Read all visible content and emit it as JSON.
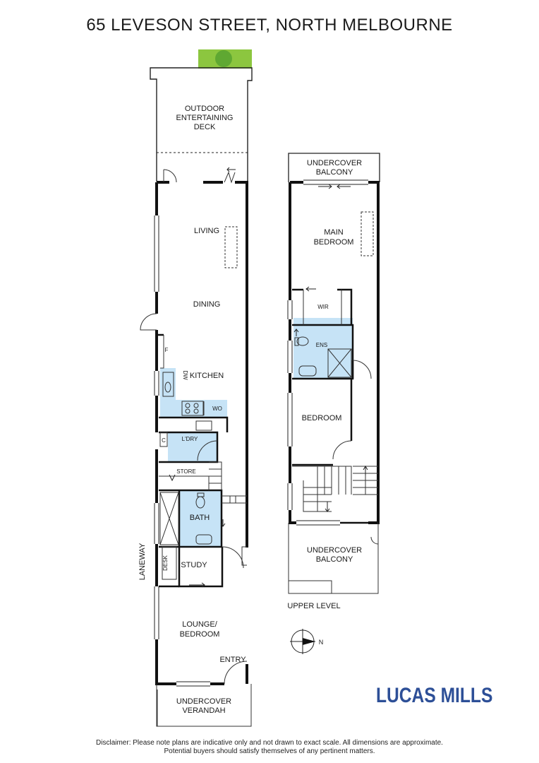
{
  "title": "65 LEVESON STREET, NORTH MELBOURNE",
  "brand": {
    "name": "LUCAS MILLS",
    "color": "#2d4f97"
  },
  "colors": {
    "wet_area": "#c6e3f6",
    "garden": "#8cc63f",
    "tree": "#5fa832",
    "wall": "#111111"
  },
  "ground": {
    "outdoor_deck": [
      "OUTDOOR",
      "ENTERTAINING",
      "DECK"
    ],
    "living": "LIVING",
    "dining": "DINING",
    "fridge": "F",
    "kitchen": "KITCHEN",
    "dishwasher": "DW",
    "wall_oven": "WO",
    "laundry": "L'DRY",
    "cupboard": "C",
    "store": "STORE",
    "bath": "BATH",
    "desk": "DESK",
    "study": "STUDY",
    "lounge": [
      "LOUNGE/",
      "BEDROOM"
    ],
    "entry": "ENTRY",
    "verandah": [
      "UNDERCOVER",
      "VERANDAH"
    ],
    "laneway": "LANEWAY"
  },
  "upper": {
    "balcony_top": [
      "UNDERCOVER",
      "BALCONY"
    ],
    "main_bedroom": [
      "MAIN",
      "BEDROOM"
    ],
    "wir": "WIR",
    "ensuite": "ENS",
    "bedroom": "BEDROOM",
    "balcony_bottom": [
      "UNDERCOVER",
      "BALCONY"
    ],
    "level_label": "UPPER LEVEL"
  },
  "compass": {
    "label": "N",
    "icon": "north-arrow-icon"
  },
  "disclaimer": [
    "Disclaimer: Please note plans are indicative only and not drawn to exact scale. All dimensions are approximate.",
    "Potential buyers should satisfy themselves of any pertinent matters."
  ]
}
